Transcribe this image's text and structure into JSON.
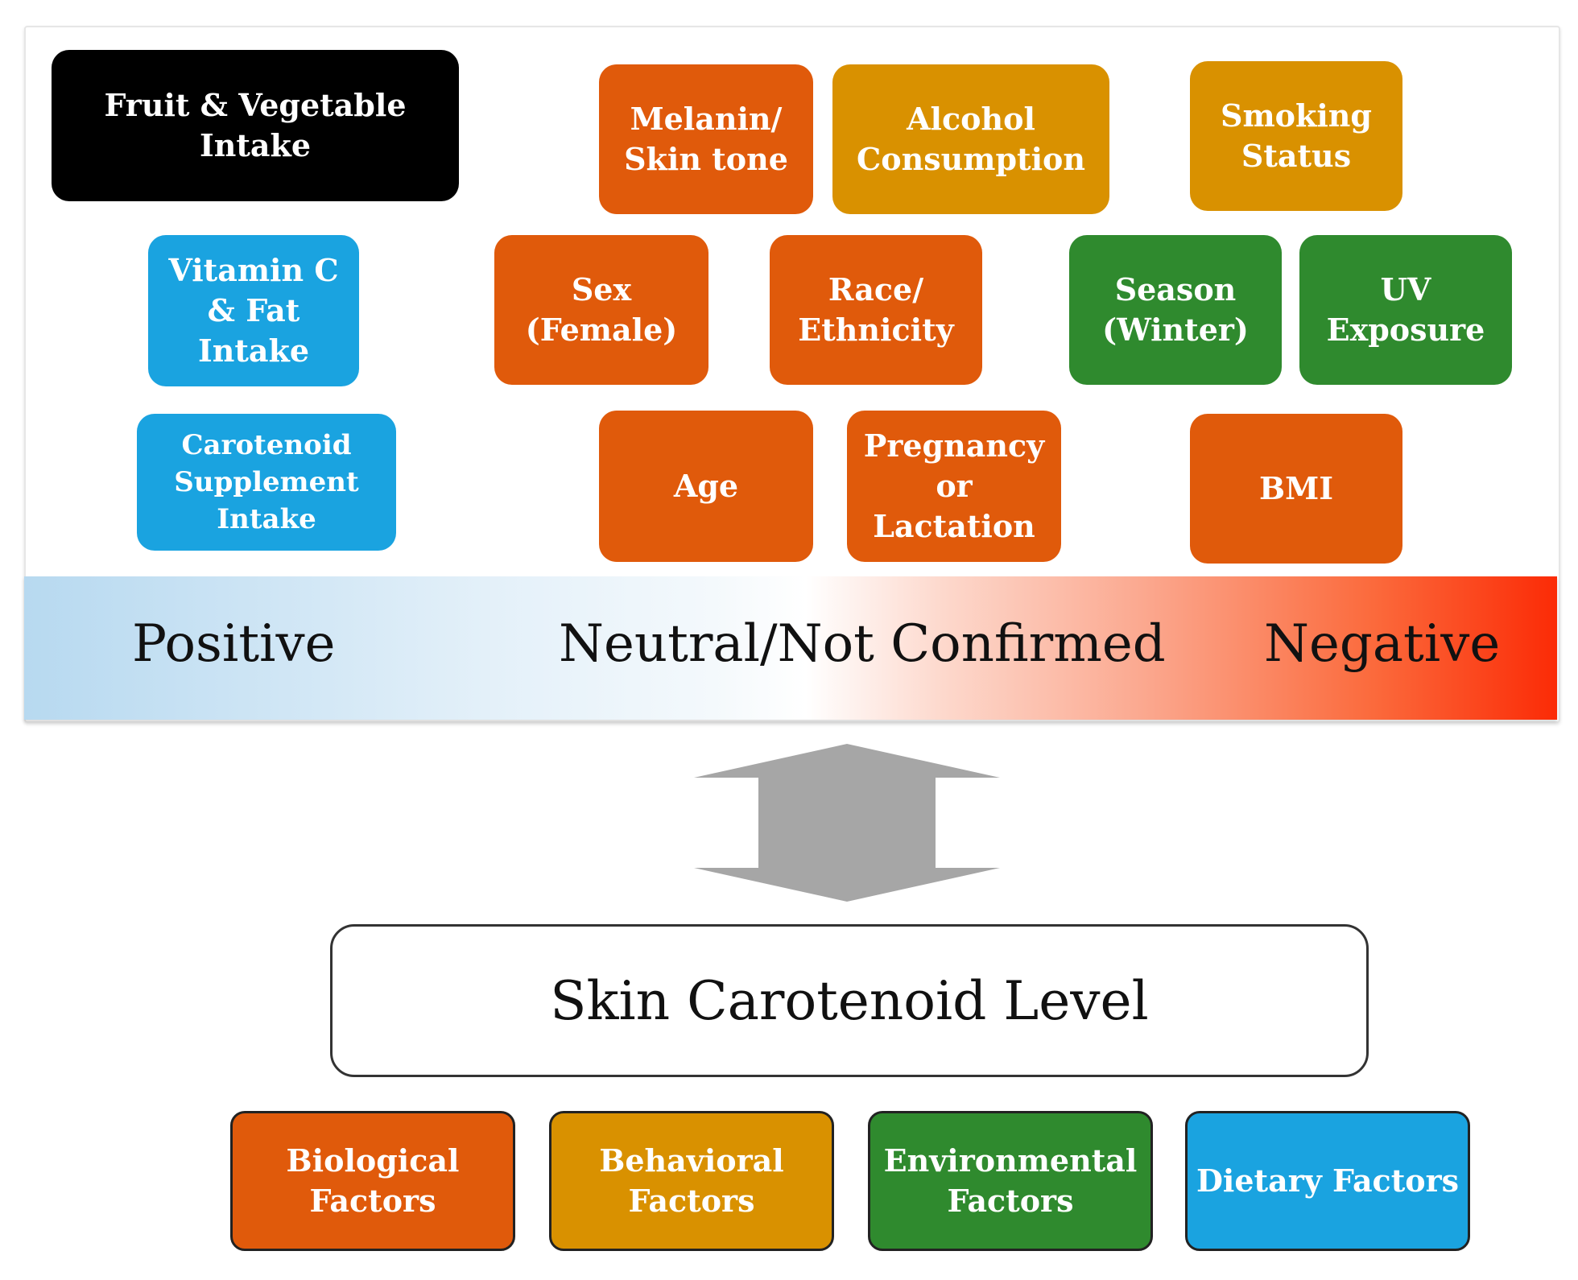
{
  "factors": {
    "fruit_veg": "Fruit & Vegetable\nIntake",
    "vitamin_c": "Vitamin C\n& Fat\nIntake",
    "carotenoid_supplement": "Carotenoid\nSupplement\nIntake",
    "melanin": "Melanin/\nSkin tone",
    "alcohol": "Alcohol\nConsumption",
    "smoking": "Smoking\nStatus",
    "sex": "Sex\n(Female)",
    "race": "Race/\nEthnicity",
    "season": "Season\n(Winter)",
    "uv": "UV\nExposure",
    "age": "Age",
    "pregnancy": "Pregnancy\nor\nLactation",
    "bmi": "BMI"
  },
  "scale": {
    "positive": "Positive",
    "neutral": "Neutral/Not Confirmed",
    "negative": "Negative"
  },
  "outcome": "Skin Carotenoid Level",
  "legend": {
    "biological": "Biological\nFactors",
    "behavioral": "Behavioral\nFactors",
    "environmental": "Environmental\nFactors",
    "dietary": "Dietary Factors"
  },
  "colors": {
    "biological": "#e05a0b",
    "behavioral": "#d99100",
    "environmental": "#2f8a2e",
    "dietary": "#1aa3e0",
    "gradient_positive": "#b7d9f0",
    "gradient_negative": "#fb2b06",
    "arrow": "#a6a6a6"
  },
  "icons": {
    "arrow": "double-vertical-arrow-icon"
  }
}
